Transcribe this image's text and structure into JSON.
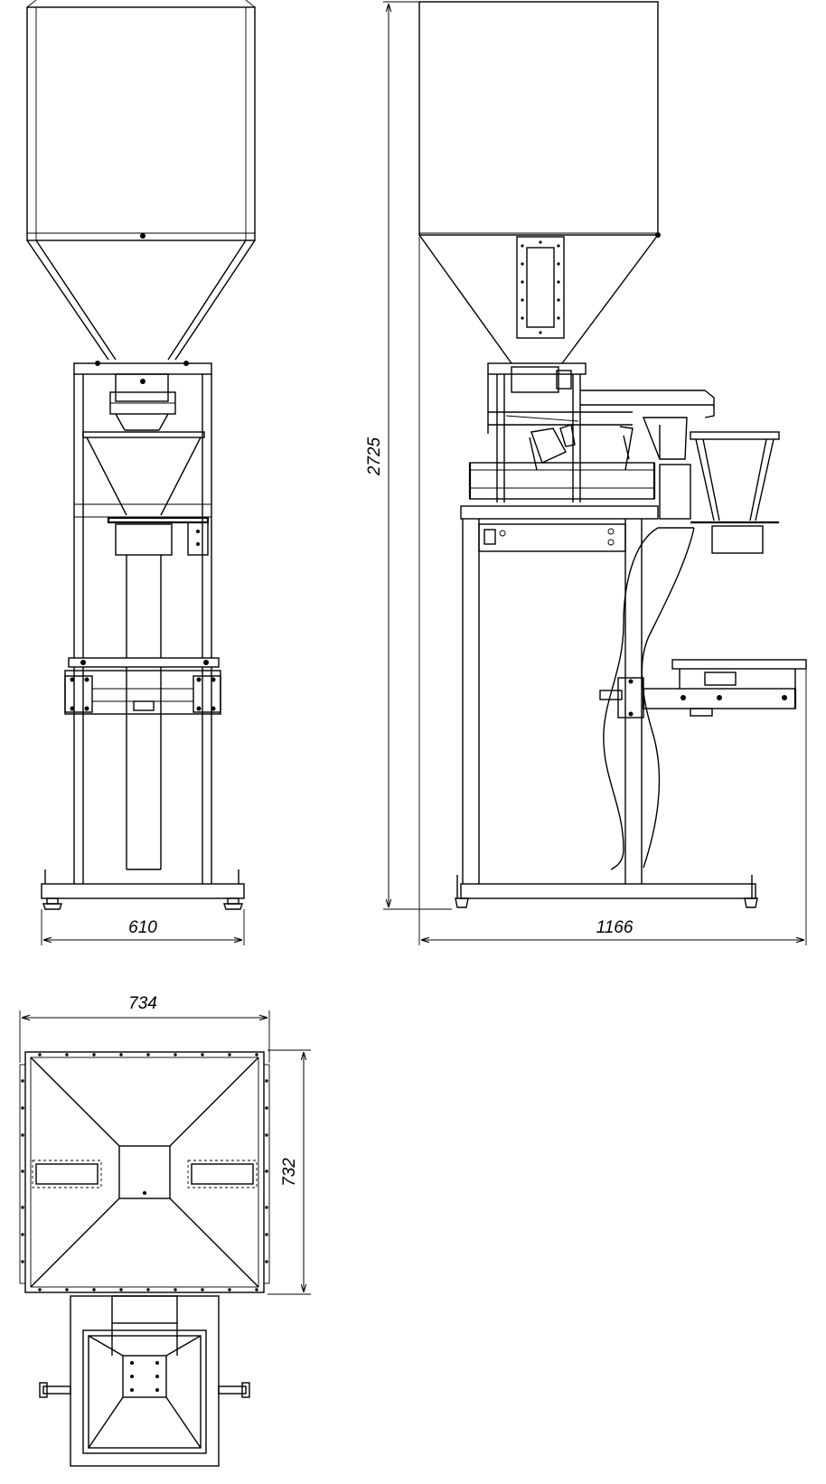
{
  "views": {
    "front": {
      "width_label": "610"
    },
    "side": {
      "height_label": "2725",
      "width_label": "1166"
    },
    "top": {
      "width_label": "734",
      "depth_label": "732"
    }
  }
}
